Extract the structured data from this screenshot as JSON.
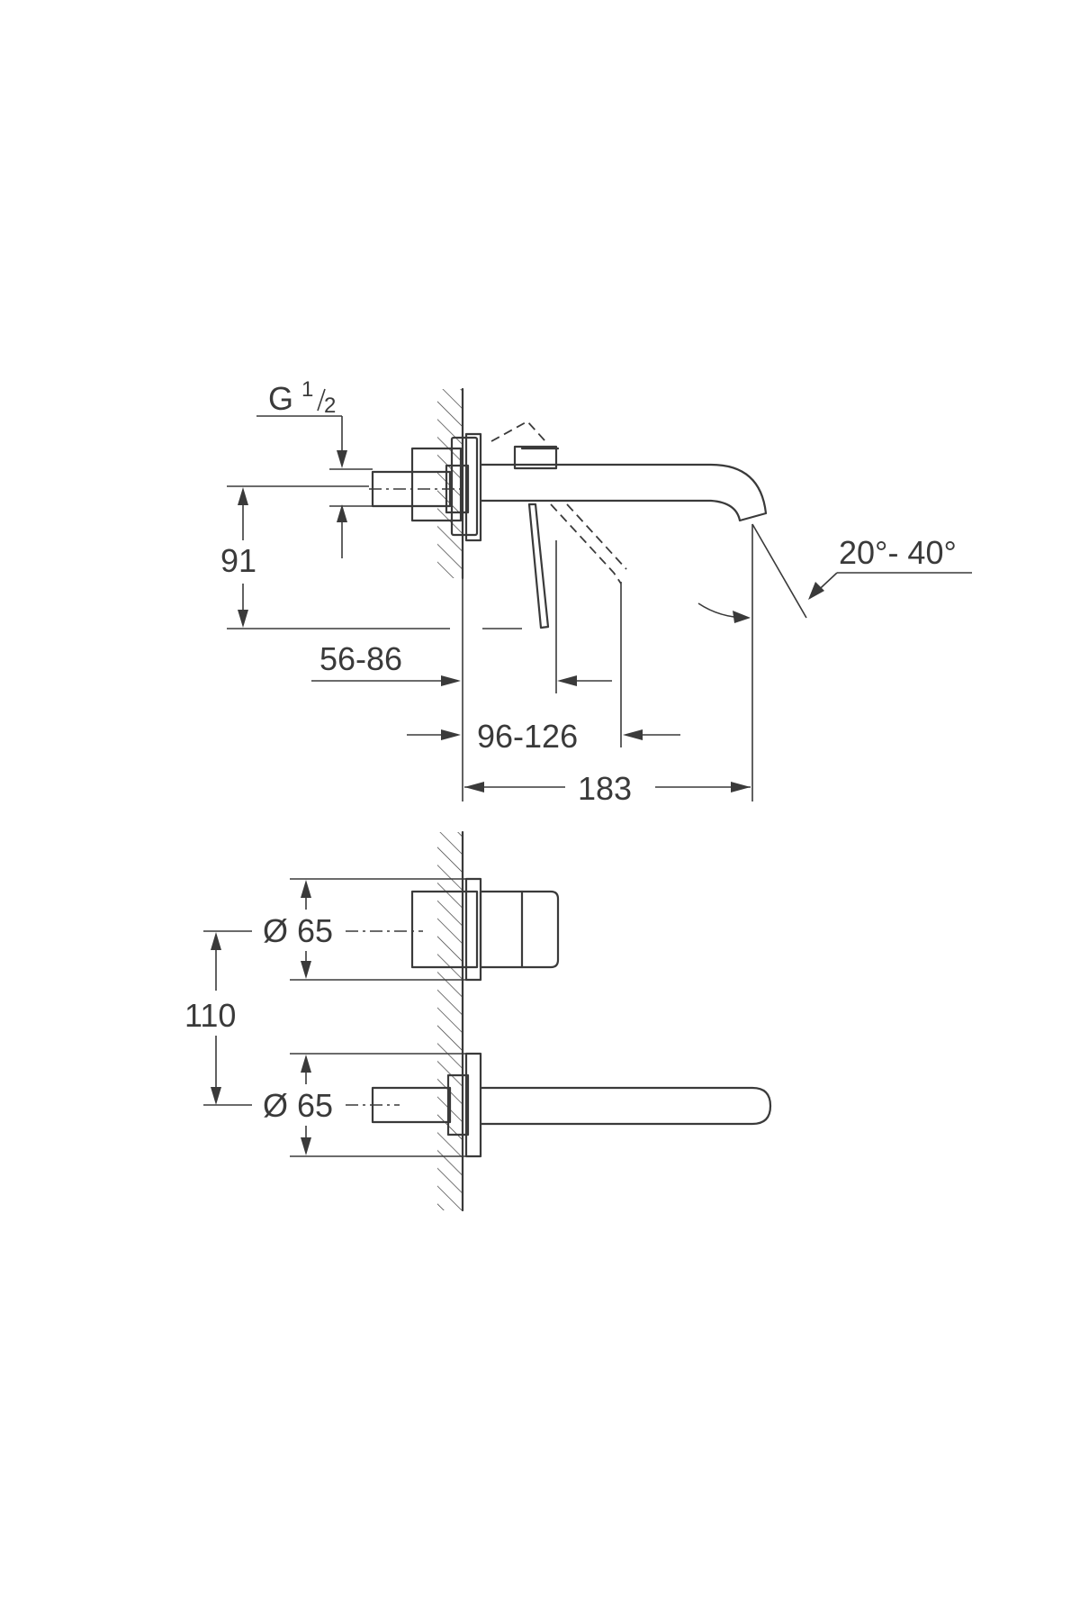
{
  "side_view": {
    "thread_label_g": "G",
    "thread_label_num": "1",
    "thread_label_den": "2",
    "dim_height": "91",
    "dim_depth_a": "56-86",
    "dim_depth_b": "96-126",
    "dim_projection": "183",
    "dim_angle": "20°- 40°"
  },
  "front_view": {
    "dim_diameter_top": "Ø 65",
    "dim_spacing": "110",
    "dim_diameter_bottom": "Ø 65"
  }
}
